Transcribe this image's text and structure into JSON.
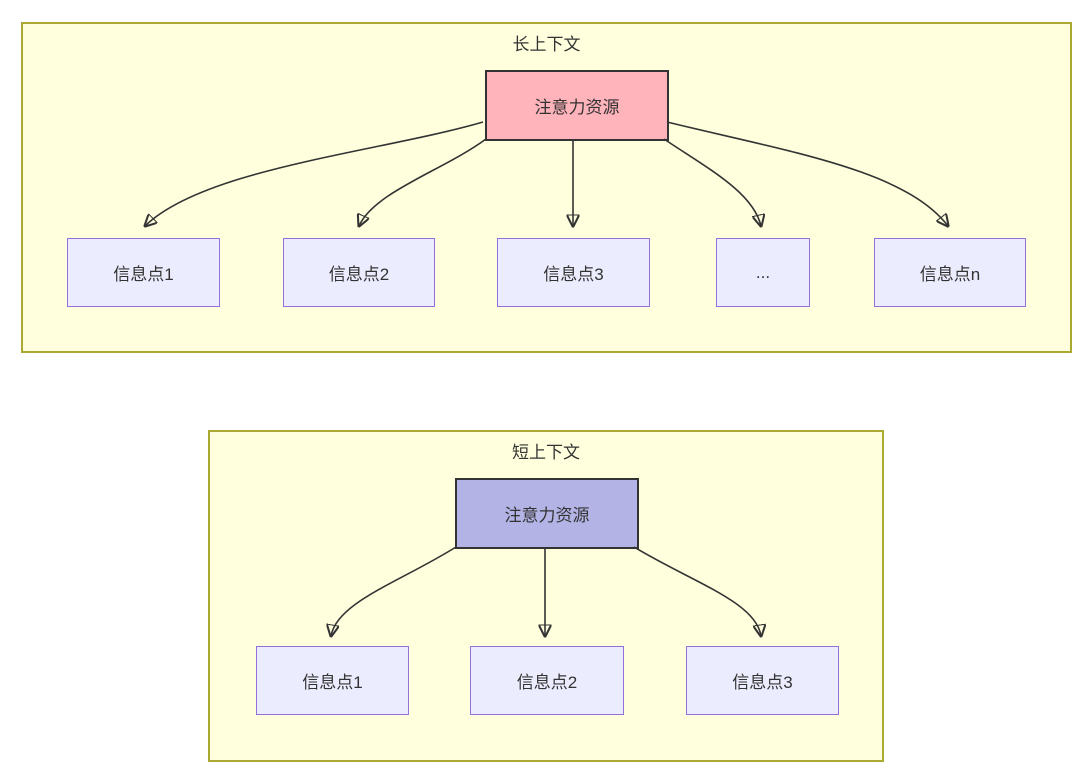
{
  "colors": {
    "page_background": "#ffffff",
    "container_fill": "#ffffde",
    "container_border": "#aaaa33",
    "info_node_fill": "#ececff",
    "info_node_border": "#9370db",
    "attention_long_fill": "#ffb3ba",
    "attention_short_fill": "#b3b3e6",
    "attention_border": "#333333",
    "arrow": "#333333",
    "text": "#333333"
  },
  "long_context": {
    "title": "长上下文",
    "attention_label": "注意力资源",
    "info_points": [
      "信息点1",
      "信息点2",
      "信息点3",
      "...",
      "信息点n"
    ]
  },
  "short_context": {
    "title": "短上下文",
    "attention_label": "注意力资源",
    "info_points": [
      "信息点1",
      "信息点2",
      "信息点3"
    ]
  }
}
